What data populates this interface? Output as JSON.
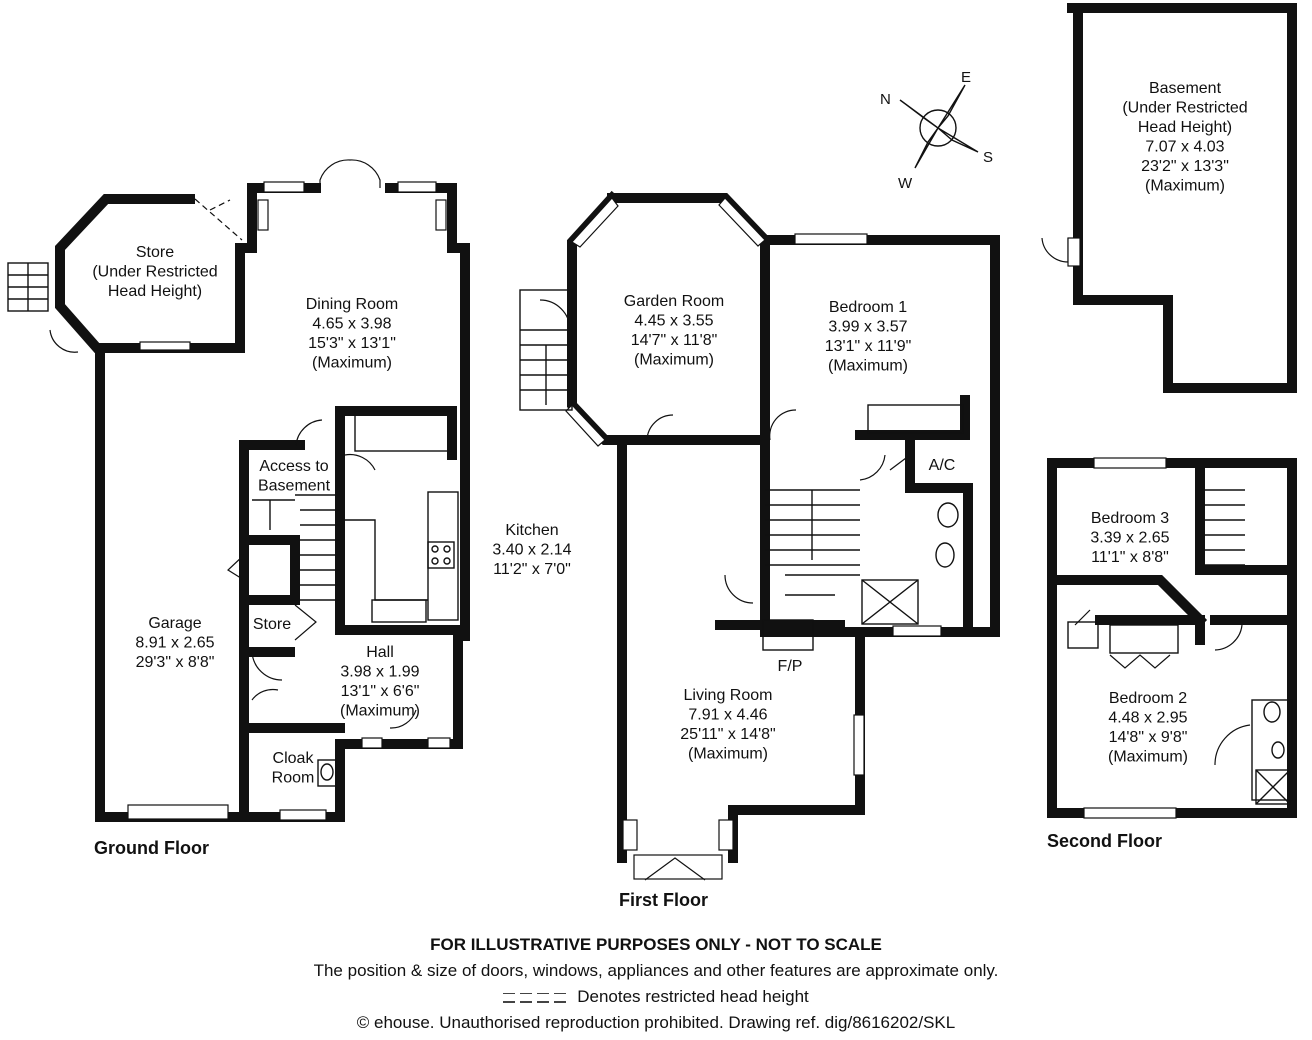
{
  "floors": {
    "ground": "Ground Floor",
    "first": "First Floor",
    "second": "Second Floor"
  },
  "rooms": {
    "store_ground": [
      "Store",
      "(Under Restricted",
      "Head Height)"
    ],
    "dining": [
      "Dining Room",
      "4.65 x 3.98",
      "15'3\" x 13'1\"",
      "(Maximum)"
    ],
    "access": [
      "Access to",
      "Basement"
    ],
    "kitchen": [
      "Kitchen",
      "3.40 x 2.14",
      "11'2\" x 7'0\""
    ],
    "garage": [
      "Garage",
      "8.91 x 2.65",
      "29'3\" x 8'8\""
    ],
    "store_small": [
      "Store"
    ],
    "hall": [
      "Hall",
      "3.98 x 1.99",
      "13'1\" x 6'6\"",
      "(Maximum)"
    ],
    "cloak": [
      "Cloak",
      "Room"
    ],
    "garden": [
      "Garden Room",
      "4.45 x 3.55",
      "14'7\" x 11'8\"",
      "(Maximum)"
    ],
    "bed1": [
      "Bedroom 1",
      "3.99 x 3.57",
      "13'1\" x 11'9\"",
      "(Maximum)"
    ],
    "ac": [
      "A/C"
    ],
    "fp": [
      "F/P"
    ],
    "living": [
      "Living Room",
      "7.91 x 4.46",
      "25'11\" x 14'8\"",
      "(Maximum)"
    ],
    "basement": [
      "Basement",
      "(Under Restricted",
      "Head Height)",
      "7.07 x 4.03",
      "23'2\" x 13'3\"",
      "(Maximum)"
    ],
    "bed3": [
      "Bedroom 3",
      "3.39 x 2.65",
      "11'1\" x 8'8\""
    ],
    "bed2": [
      "Bedroom 2",
      "4.48 x 2.95",
      "14'8\" x 9'8\"",
      "(Maximum)"
    ]
  },
  "compass": {
    "n": "N",
    "e": "E",
    "s": "S",
    "w": "W"
  },
  "footer": {
    "disclaimer": "FOR ILLUSTRATIVE PURPOSES ONLY - NOT TO SCALE",
    "note": "The position & size of doors, windows, appliances and other features are approximate only.",
    "legend": "Denotes restricted head height",
    "copyright": "© ehouse. Unauthorised reproduction prohibited. Drawing ref. dig/8616202/SKL"
  }
}
